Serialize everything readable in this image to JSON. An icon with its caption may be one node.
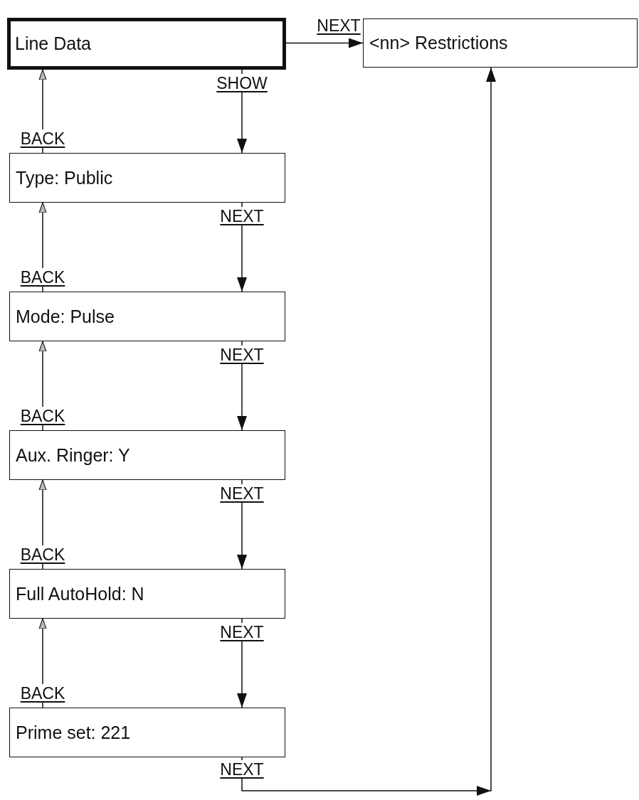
{
  "diagram": {
    "nodes": [
      {
        "text": [
          "Line Data"
        ]
      },
      {
        "text": [
          "<nn> Restrictions"
        ]
      },
      {
        "text": [
          "Type: Public"
        ]
      },
      {
        "text": [
          "Mode: Pulse"
        ]
      },
      {
        "text": [
          "Aux. Ringer: Y"
        ]
      },
      {
        "text": [
          "Full AutoHold: N"
        ]
      },
      {
        "text": [
          "Prime set: 221"
        ]
      }
    ],
    "edges": [
      {
        "from": 0,
        "to": 1,
        "arrow": "to",
        "label": "NEXT"
      },
      {
        "from": 0,
        "to": 2,
        "arrow": "to",
        "label": "SHOW"
      },
      {
        "from": 2,
        "to": 0,
        "arrow": "to",
        "label": "BACK"
      },
      {
        "from": 2,
        "to": 3,
        "arrow": "to",
        "label": "NEXT"
      },
      {
        "from": 3,
        "to": 2,
        "arrow": "to",
        "label": "BACK"
      },
      {
        "from": 3,
        "to": 4,
        "arrow": "to",
        "label": "NEXT"
      },
      {
        "from": 4,
        "to": 3,
        "arrow": "to",
        "label": "BACK"
      },
      {
        "from": 4,
        "to": 5,
        "arrow": "to",
        "label": "NEXT"
      },
      {
        "from": 5,
        "to": 4,
        "arrow": "to",
        "label": "BACK"
      },
      {
        "from": 5,
        "to": 6,
        "arrow": "to",
        "label": "NEXT"
      },
      {
        "from": 6,
        "to": 5,
        "arrow": "to",
        "label": "BACK"
      },
      {
        "from": 6,
        "to": 1,
        "arrow": "to",
        "label": "NEXT"
      }
    ]
  }
}
